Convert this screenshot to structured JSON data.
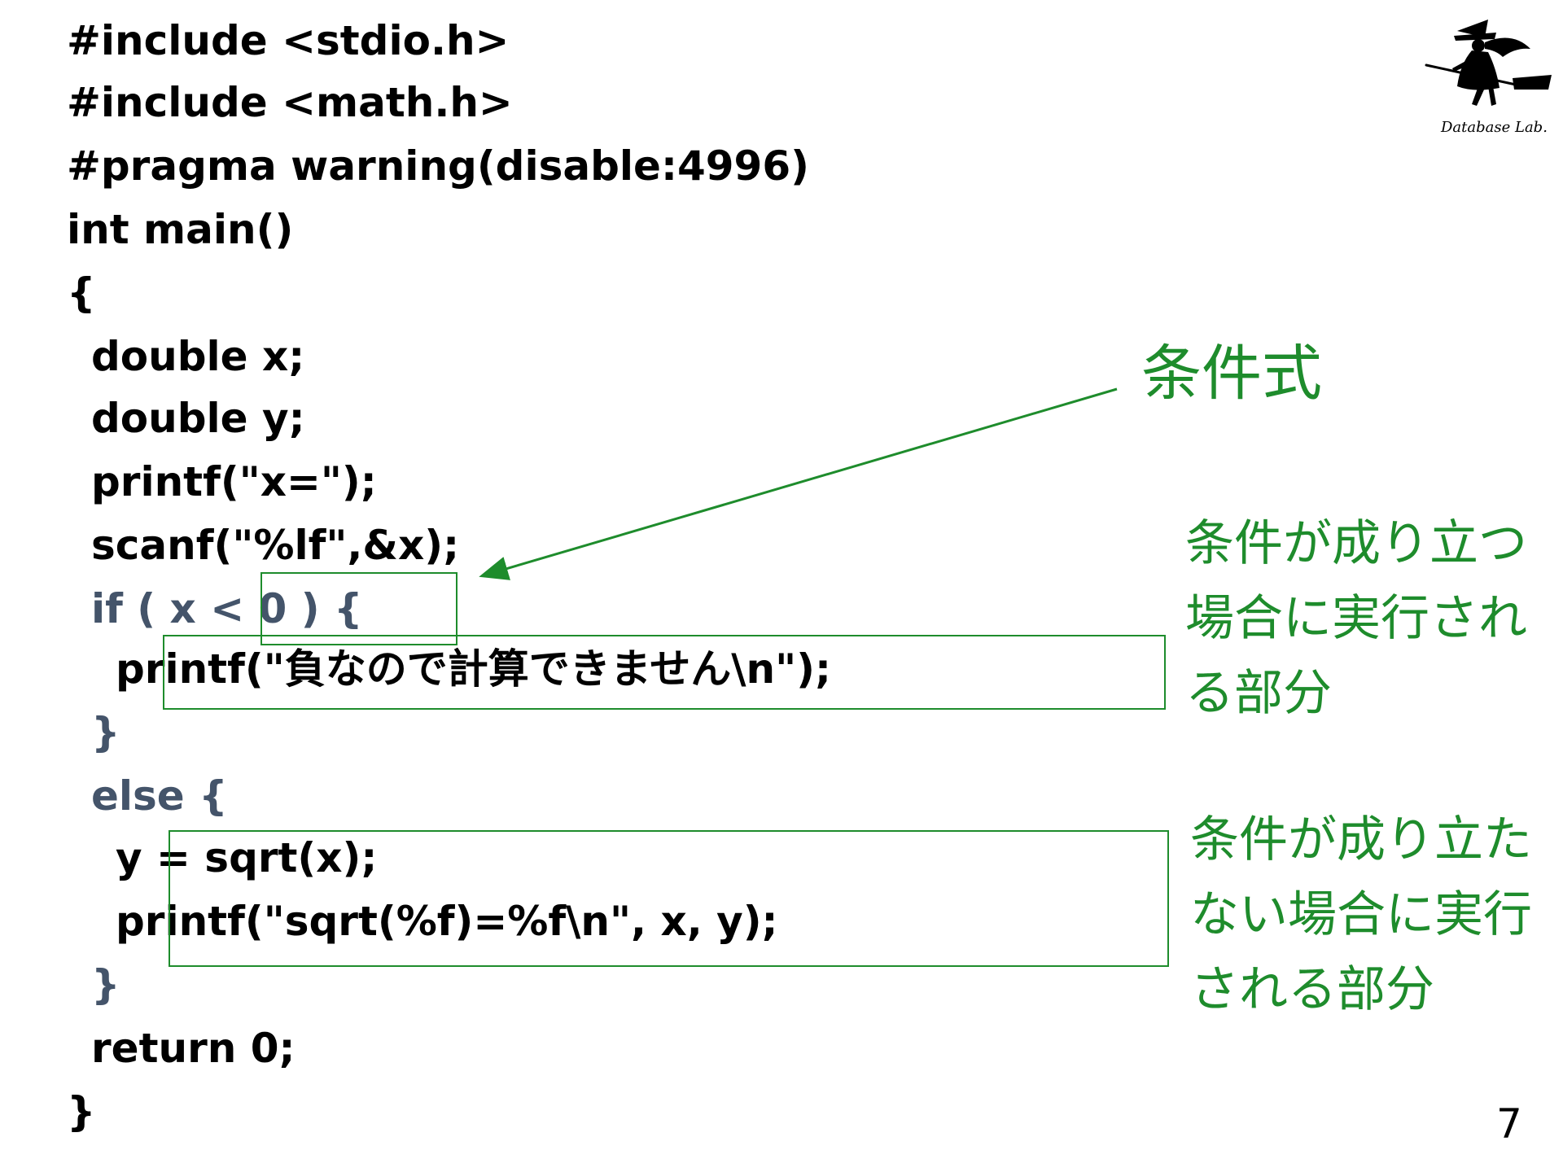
{
  "code": {
    "line1": "#include <stdio.h>",
    "line2": "#include <math.h>",
    "line3": "#pragma warning(disable:4996)",
    "line4": "int main()",
    "line5": "{",
    "line6": "double x;",
    "line7": "double y;",
    "line8": "printf(\"x=\");",
    "line9": "scanf(\"%lf\",&x);",
    "line10": "if ( x < 0 ) {",
    "line11": "printf(\"負なので計算できません\\n\");",
    "line12": "}",
    "line13": "else {",
    "line14": "y = sqrt(x);",
    "line15": "printf(\"sqrt(%f)=%f\\n\", x, y);",
    "line16": "}",
    "line17": "return 0;",
    "line18": "}"
  },
  "annotations": {
    "condition_label": "条件式",
    "true_branch_line1": "条件が成り立つ",
    "true_branch_line2": "場合に実行され",
    "true_branch_line3": "る部分",
    "false_branch_line1": "条件が成り立た",
    "false_branch_line2": "ない場合に実行",
    "false_branch_line3": "される部分"
  },
  "logo": {
    "text": "Database Lab."
  },
  "page_number": "7",
  "colors": {
    "code": "#000000",
    "muted_code": "#44546A",
    "annotation": "#1E8C2C",
    "background": "#FFFFFF"
  },
  "icons": {
    "logo": "witch-on-broom-icon",
    "pointer": "arrow-icon"
  }
}
